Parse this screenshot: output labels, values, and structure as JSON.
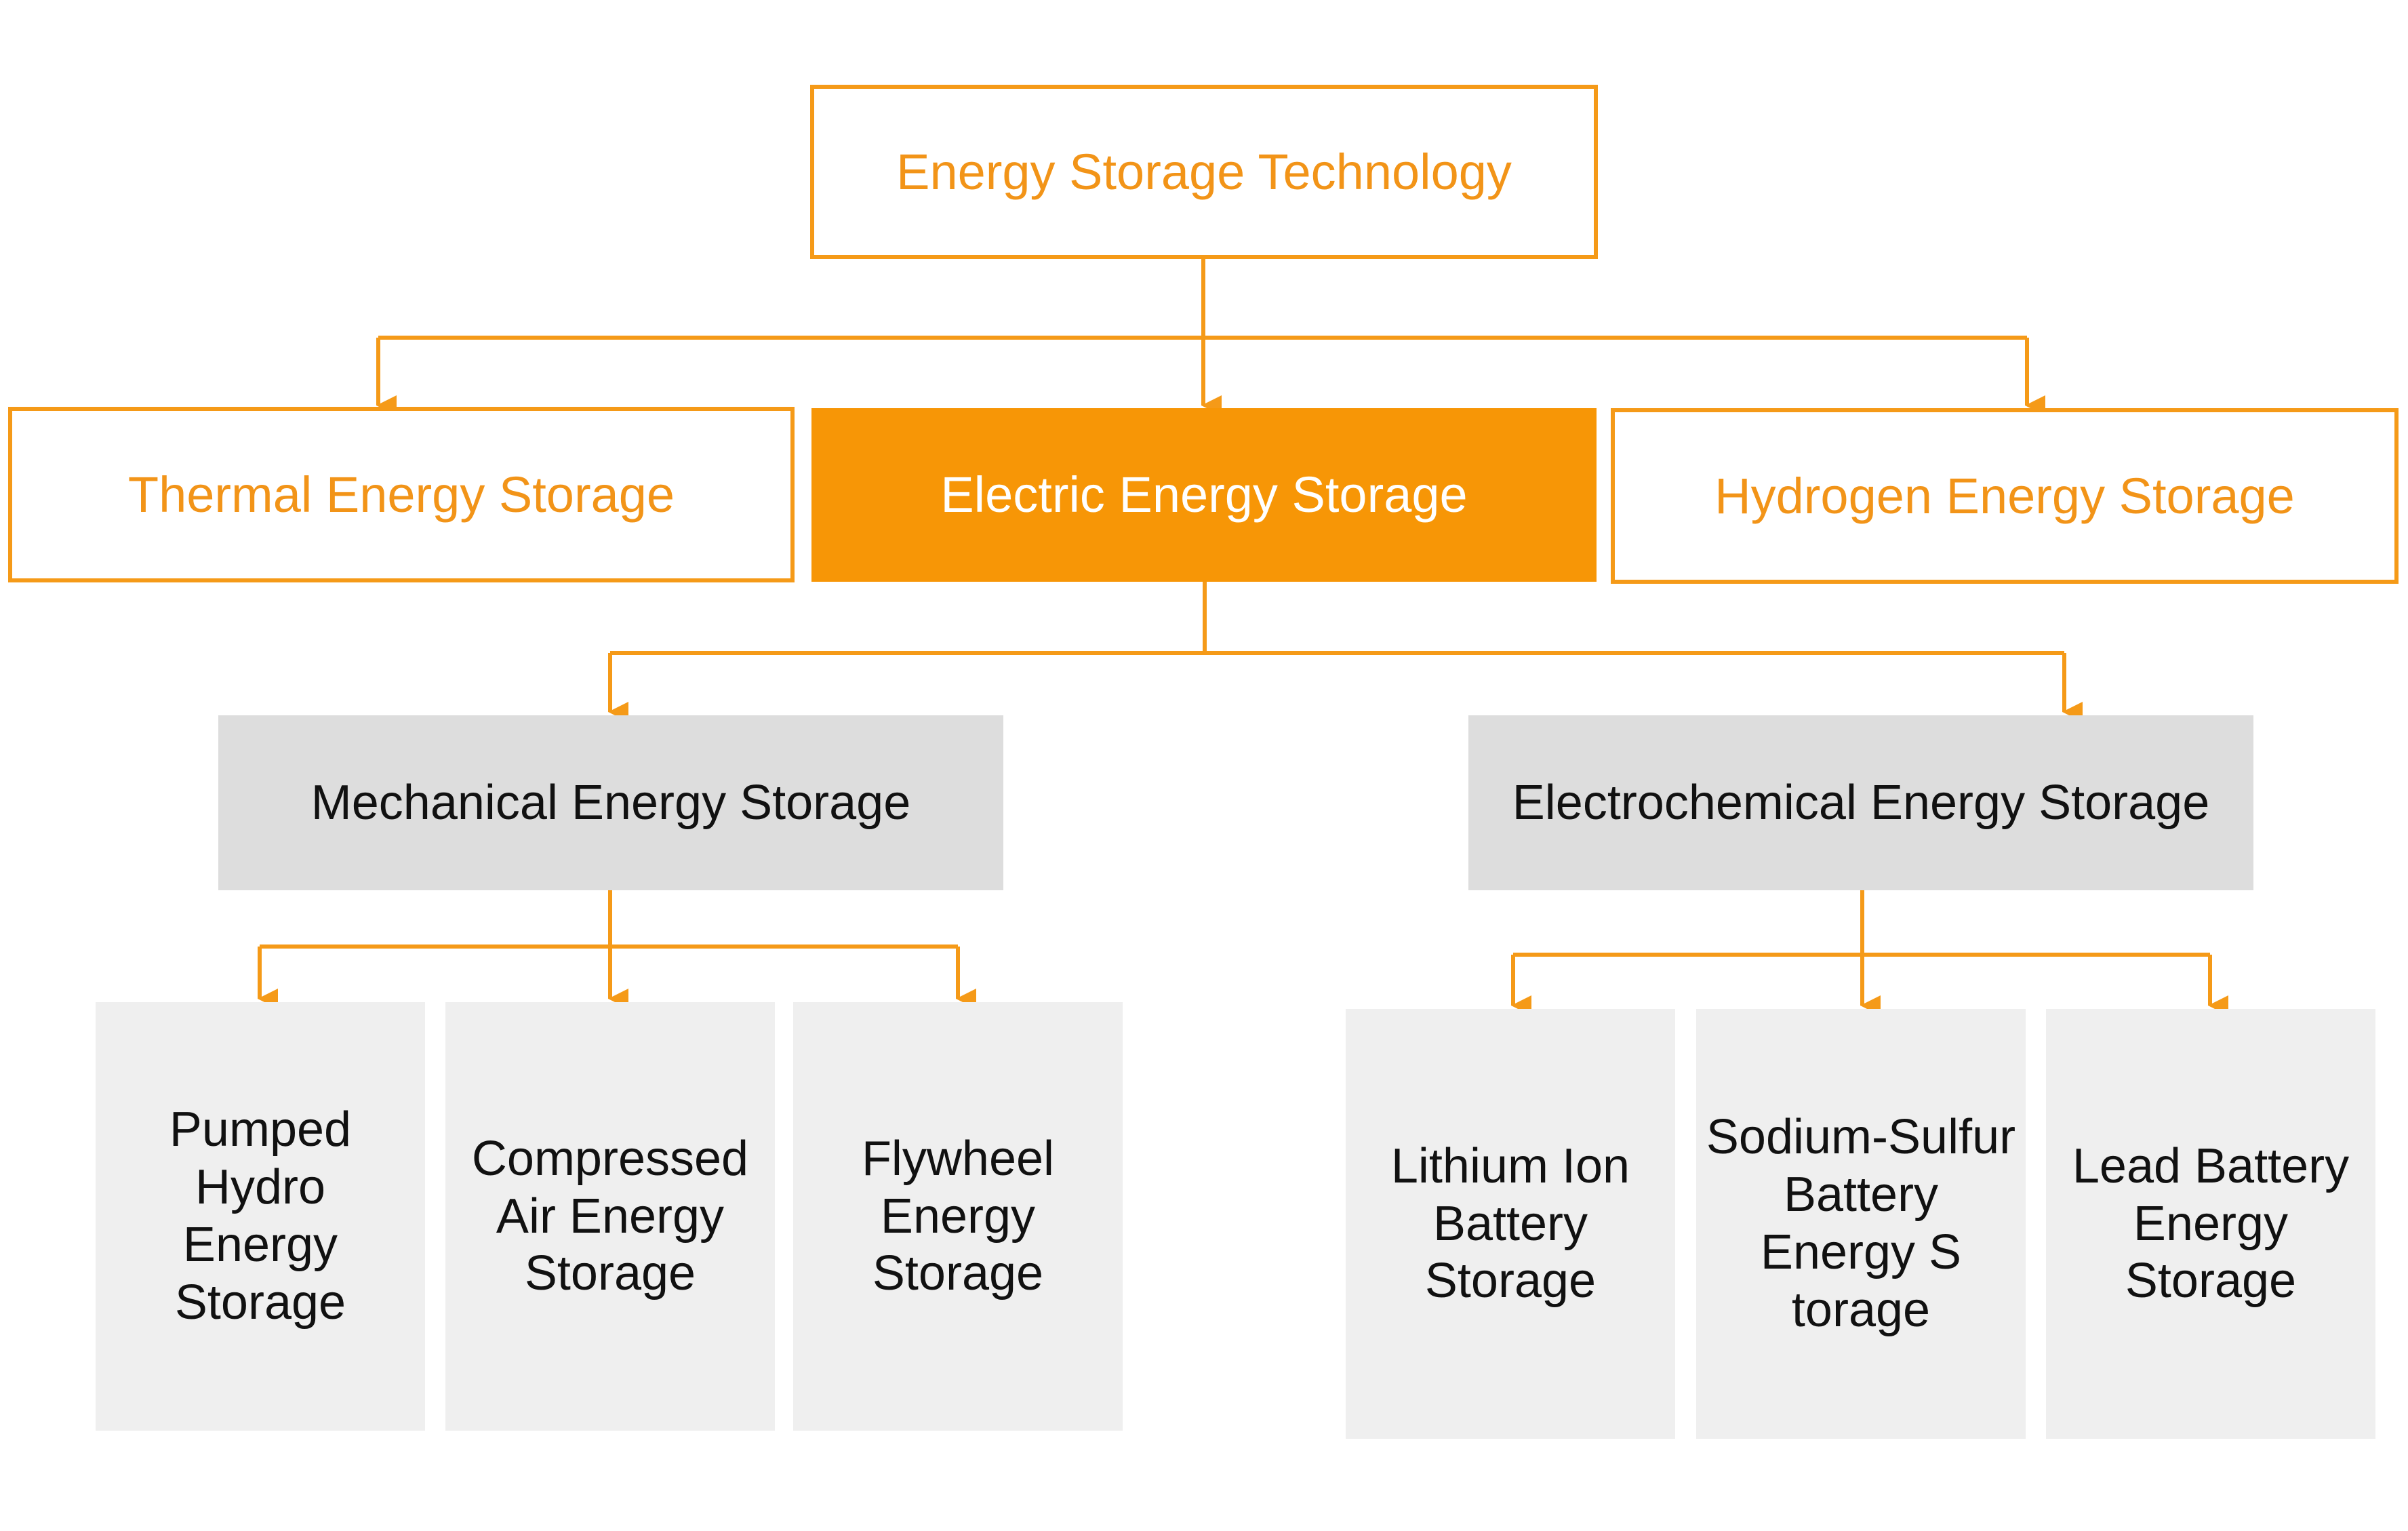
{
  "root": {
    "label": "Energy Storage Technology"
  },
  "level1": [
    {
      "label": "Thermal Energy Storage"
    },
    {
      "label": "Electric Energy Storage"
    },
    {
      "label": "Hydrogen Energy Storage"
    }
  ],
  "level2": [
    {
      "label": "Mechanical Energy Storage"
    },
    {
      "label": "Electrochemical Energy Storage"
    }
  ],
  "leaves": [
    {
      "label": "Pumped\nHydro\nEnergy\nStorage"
    },
    {
      "label": "Compressed\nAir Energy\nStorage"
    },
    {
      "label": "Flywheel\nEnergy\nStorage"
    },
    {
      "label": "Lithium Ion\nBattery\nStorage"
    },
    {
      "label": "Sodium-Sulfur\nBattery\nEnergy S\ntorage"
    },
    {
      "label": "Lead Battery\nEnergy\nStorage"
    }
  ],
  "colors": {
    "accent": "#F79606",
    "accent_text": "#F29418",
    "mid_fill": "#DDDDDD",
    "leaf_fill": "#EFEFEF"
  }
}
